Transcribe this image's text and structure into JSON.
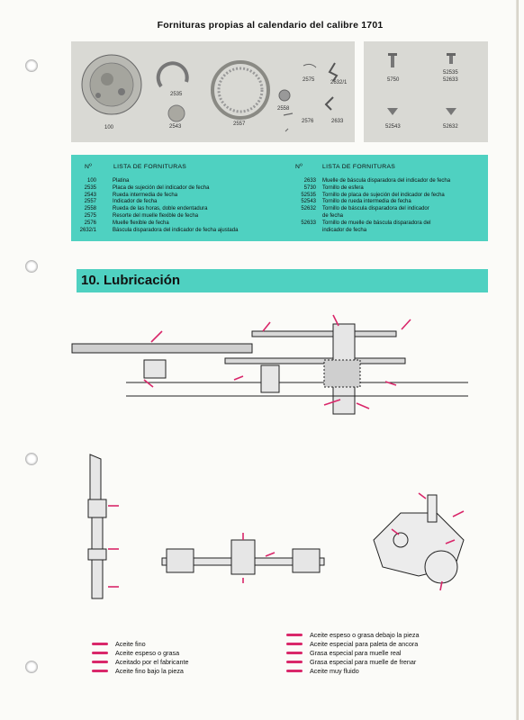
{
  "title": "Fornituras propias al calendario del calibre 1701",
  "parts_left": {
    "labels": [
      "100",
      "2535",
      "2543",
      "2557",
      "2558",
      "2575",
      "2576",
      "2632/1",
      "2633"
    ]
  },
  "parts_right": {
    "labels": [
      "5750",
      "52535",
      "52633",
      "52543",
      "52632"
    ]
  },
  "table": {
    "hdr_num": "Nº",
    "hdr_list": "LISTA DE FORNITURAS",
    "left": [
      {
        "num": "100",
        "desc": "Platina"
      },
      {
        "num": "2535",
        "desc": "Placa de sujeción del indicador de fecha"
      },
      {
        "num": "2543",
        "desc": "Rueda intermedia de fecha"
      },
      {
        "num": "2557",
        "desc": "Indicador de fecha"
      },
      {
        "num": "2558",
        "desc": "Rueda de las horas, doble endentadura"
      },
      {
        "num": "2575",
        "desc": "Resorte del muelle flexible de fecha"
      },
      {
        "num": "2576",
        "desc": "Muelle flexible de fecha"
      },
      {
        "num": "2632/1",
        "desc": "Báscula disparadora del indicador de fecha ajustada"
      }
    ],
    "right": [
      {
        "num": "2633",
        "desc": "Muelle de báscula disparadora del indicador de fecha"
      },
      {
        "num": "5730",
        "desc": "Tornillo de esfera"
      },
      {
        "num": "52535",
        "desc": "Tornillo de placa de sujeción del indicador de fecha"
      },
      {
        "num": "52543",
        "desc": "Tornillo de rueda intermedia de fecha"
      },
      {
        "num": "52632",
        "desc": "Tornillo de báscula disparadora del indicador"
      },
      {
        "num": "",
        "desc": "de fecha"
      },
      {
        "num": "52633",
        "desc": "Tornillo de muelle de báscula disparadora del"
      },
      {
        "num": "",
        "desc": "indicador de fecha"
      }
    ]
  },
  "section": {
    "number": "10.",
    "title": "Lubricación",
    "full": "10. Lubricación"
  },
  "legend_left": [
    "Aceite fino",
    "Aceite espeso o grasa",
    "Aceitado por el fabricante",
    "Aceite fino bajo la pieza"
  ],
  "legend_right": [
    "Aceite espeso o grasa debajo la pieza",
    "Aceite especial para paleta de ancora",
    "Grasa especial para muelle real",
    "Grasa especial para muelle de frenar",
    "Aceite muy fluido"
  ],
  "colors": {
    "teal": "#4fd1c1",
    "oil_red": "#d9276a",
    "panel": "#d9d9d4"
  }
}
